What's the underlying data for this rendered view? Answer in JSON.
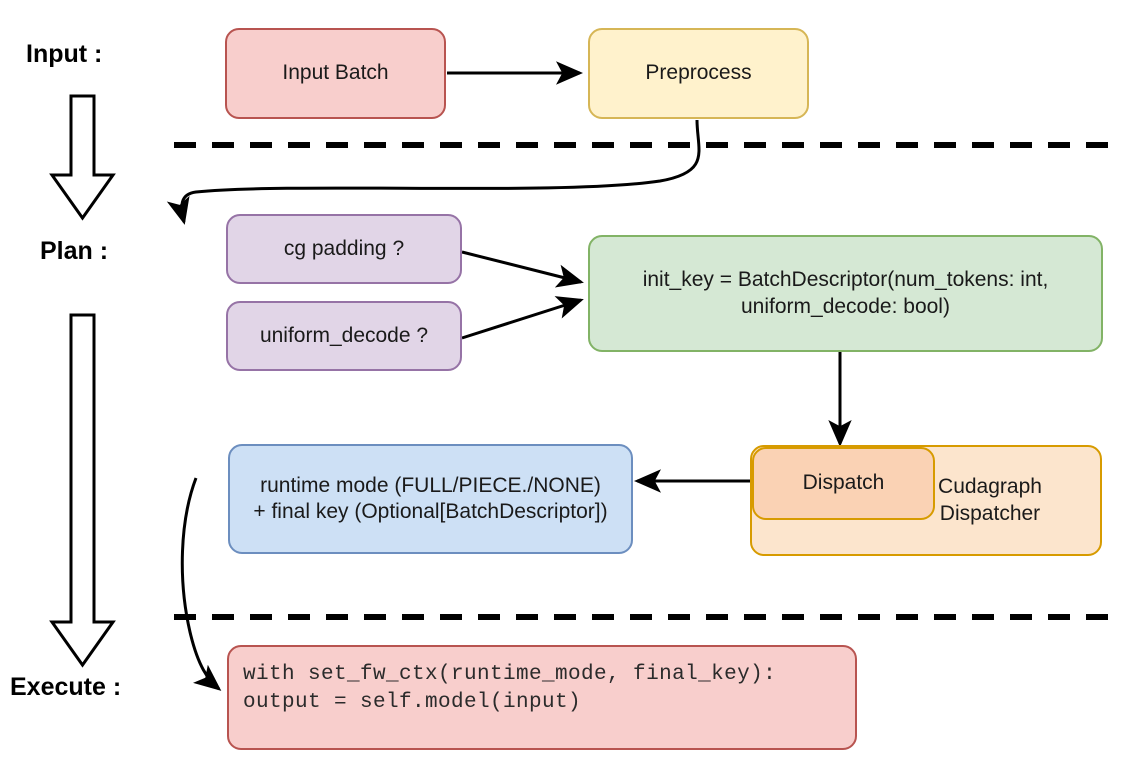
{
  "diagram": {
    "title_visible": false,
    "stage_labels": [
      {
        "id": "input",
        "text": "Input :"
      },
      {
        "id": "plan",
        "text": "Plan :"
      },
      {
        "id": "execute",
        "text": "Execute :"
      }
    ],
    "nodes": [
      {
        "id": "input-batch",
        "label": "Input Batch",
        "fill": "#f8cecc",
        "stroke": "#b85450"
      },
      {
        "id": "preprocess",
        "label": "Preprocess",
        "fill": "#fff2cc",
        "stroke": "#d6b656"
      },
      {
        "id": "cg-padding",
        "label": "cg padding ?",
        "fill": "#e1d5e7",
        "stroke": "#9673a6"
      },
      {
        "id": "uniform-decode",
        "label": "uniform_decode ?",
        "fill": "#e1d5e7",
        "stroke": "#9673a6"
      },
      {
        "id": "init-key",
        "label": "init_key = BatchDescriptor(num_tokens: int,\nuniform_decode: bool)",
        "fill": "#d5e8d4",
        "stroke": "#82b366"
      },
      {
        "id": "cudagraph-dispatcher",
        "label": "Cudagraph\nDispatcher",
        "fill": "#fce5cd",
        "stroke": "#d79b00"
      },
      {
        "id": "dispatch",
        "label": "Dispatch",
        "fill": "#fad2b4",
        "stroke": "#d79b00"
      },
      {
        "id": "runtime-mode",
        "label": "runtime mode (FULL/PIECE./NONE)\n+ final key (Optional[BatchDescriptor])",
        "fill": "#cde0f5",
        "stroke": "#6c8ebf"
      },
      {
        "id": "execute-code",
        "label": "with set_fw_ctx(runtime_mode, final_key):\n    output = self.model(input)",
        "fill": "#f8cecc",
        "stroke": "#b85450"
      }
    ],
    "separators": [
      {
        "id": "input-plan-divider",
        "style": "dashed"
      },
      {
        "id": "plan-execute-divider",
        "style": "dashed"
      }
    ],
    "connectors": [
      {
        "id": "input-batch-to-preprocess",
        "from": "input-batch",
        "to": "preprocess",
        "style": "straight-arrow"
      },
      {
        "id": "preprocess-to-plan",
        "from": "preprocess",
        "to": "cg-padding",
        "style": "curved-arrow"
      },
      {
        "id": "cg-padding-to-init-key",
        "from": "cg-padding",
        "to": "init-key",
        "style": "straight-arrow"
      },
      {
        "id": "uniform-decode-to-init-key",
        "from": "uniform-decode",
        "to": "init-key",
        "style": "straight-arrow"
      },
      {
        "id": "init-key-to-dispatch",
        "from": "init-key",
        "to": "dispatch",
        "style": "straight-arrow"
      },
      {
        "id": "dispatch-to-runtime-mode",
        "from": "dispatch",
        "to": "runtime-mode",
        "style": "straight-arrow"
      },
      {
        "id": "runtime-mode-to-execute-code",
        "from": "runtime-mode",
        "to": "execute-code",
        "style": "curved-arrow"
      }
    ],
    "flow_arrows": [
      {
        "id": "input-to-plan-block-arrow",
        "direction": "down"
      },
      {
        "id": "plan-to-execute-block-arrow",
        "direction": "down"
      }
    ],
    "colors": {
      "background": "#ffffff",
      "line": "#000000",
      "text": "#1a1a1a"
    }
  }
}
